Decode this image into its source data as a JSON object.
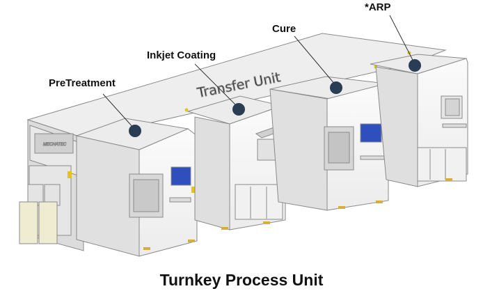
{
  "figure": {
    "caption": "Turnkey Process Unit",
    "transfer_label": "Transfer Unit",
    "brand_text": "MECHATEC",
    "labels": {
      "pretreatment": "PreTreatment",
      "inkjet_coating": "Inkjet Coating",
      "cure": "Cure",
      "arp": "*ARP"
    },
    "colors": {
      "marker": "#2a3d55",
      "screen": "#2f4fbf",
      "machine_face": "#f4f4f4",
      "machine_side": "#e2e2e2",
      "machine_top": "#ececec",
      "outline": "#8a8a8a",
      "accent_yellow": "#e7c21f",
      "foot": "#d9ad3a"
    }
  }
}
